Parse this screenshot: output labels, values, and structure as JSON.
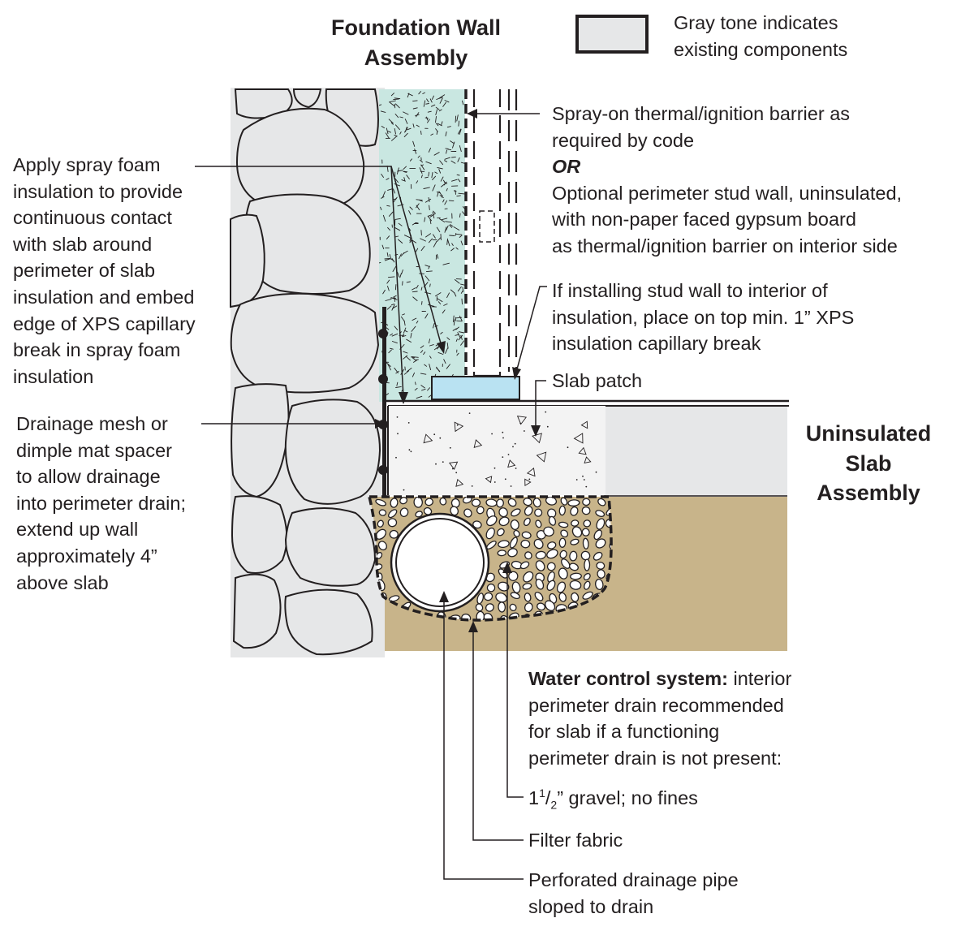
{
  "titles": {
    "foundation_wall": [
      "Foundation Wall",
      "Assembly"
    ],
    "uninsulated_slab": [
      "Uninsulated",
      "Slab",
      "Assembly"
    ]
  },
  "legend": {
    "lines": [
      "Gray tone indicates",
      "existing components"
    ],
    "swatch_color": "#e6e7e8"
  },
  "callouts": {
    "spray_foam": [
      "Apply spray foam",
      "insulation to provide",
      "continuous contact",
      "with slab around",
      "perimeter of slab",
      "insulation and embed",
      "edge of XPS capillary",
      "break in spray foam",
      "insulation"
    ],
    "drainage_mesh": [
      "Drainage mesh or",
      "dimple mat spacer",
      "to allow drainage",
      "into perimeter drain;",
      "extend up wall",
      "approximately 4”",
      "above slab"
    ],
    "thermal_barrier": {
      "line1": "Spray-on thermal/ignition barrier as",
      "line2": "required by code",
      "or": "OR",
      "line4": "Optional perimeter stud wall, uninsulated,",
      "line5": "with non-paper faced gypsum board",
      "line6": "as thermal/ignition barrier on interior side"
    },
    "stud_wall": [
      "If installing stud wall to interior of",
      "insulation, place on top min. 1” XPS",
      "insulation capillary break"
    ],
    "slab_patch": "Slab patch",
    "water_control": {
      "bold": "Water control system:",
      "line1_rest": " interior",
      "line2": "perimeter drain recommended",
      "line3": "for slab if a functioning",
      "line4": "perimeter drain is not present:"
    },
    "gravel": {
      "whole": "1",
      "num": "1",
      "den": "2",
      "rest": "” gravel; no fines"
    },
    "filter_fabric": "Filter fabric",
    "drain_pipe": [
      "Perforated drainage pipe",
      "sloped to drain"
    ]
  },
  "colors": {
    "foam": "#c9e7e1",
    "xps": "#b9e2f2",
    "stone": "#e6e7e8",
    "soil": "#c8b48a",
    "slab": "#f3f3f3",
    "existing_slab": "#e6e7e8",
    "ink": "#231f20"
  }
}
